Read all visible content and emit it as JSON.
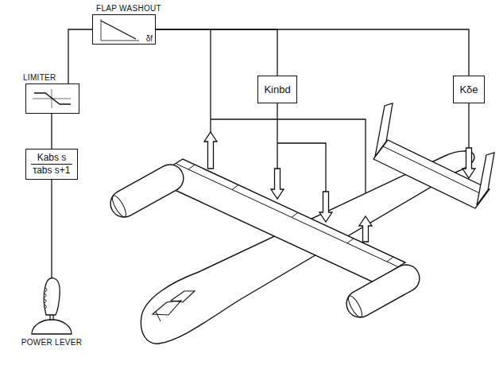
{
  "diagram": {
    "nodes": [
      {
        "text": [
          "Kabs s",
          "τabs s+1"
        ]
      },
      {
        "text": [
          "LIMITER"
        ]
      },
      {
        "text": [
          "FLAP WASHOUT",
          "δf"
        ]
      },
      {
        "text": [
          "Kinbd"
        ]
      },
      {
        "text": [
          "Kδe"
        ]
      }
    ],
    "edges": [
      {
        "from": 0,
        "to": 1,
        "arrow": "none"
      },
      {
        "from": 1,
        "to": 2,
        "arrow": "none"
      },
      {
        "from": 2,
        "to": 3,
        "arrow": "none"
      },
      {
        "from": 2,
        "to": 4,
        "arrow": "none"
      }
    ],
    "labels": [
      "POWER LEVER"
    ]
  }
}
